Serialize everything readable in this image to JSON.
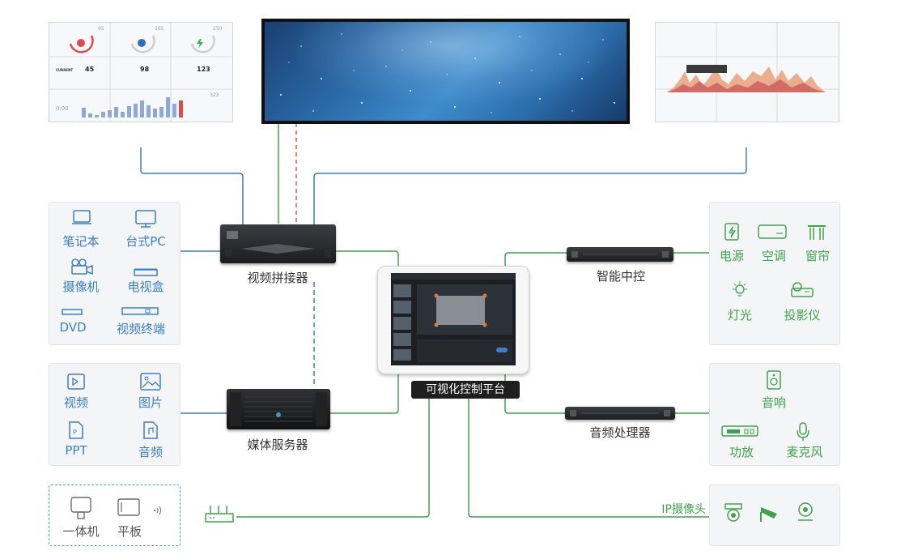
{
  "colors": {
    "blue": "#3b7fc6",
    "green": "#3fa34d",
    "red_dash": "#e05a4f",
    "panel_bg": "#f4f5f6",
    "dashed_border": "#4aa3d8"
  },
  "screens": {
    "left": {
      "values": [
        "95",
        "165",
        "250"
      ],
      "readouts": [
        "45",
        "98",
        "123"
      ],
      "current_label": "CURRENT",
      "left_value": "0.00",
      "right_value": "323"
    },
    "right": {}
  },
  "devices": {
    "splicer": "视频拼接器",
    "media_server": "媒体服务器",
    "platform": "可视化控制平台",
    "central_control": "智能中控",
    "audio_processor": "音频处理器",
    "ip_camera": "IP摄像头"
  },
  "sources": {
    "items": [
      {
        "label": "笔记本",
        "icon": "laptop-icon"
      },
      {
        "label": "台式PC",
        "icon": "monitor-icon"
      },
      {
        "label": "摄像机",
        "icon": "video-camera-icon"
      },
      {
        "label": "电视盒",
        "icon": "tv-box-icon"
      },
      {
        "label": "DVD",
        "icon": "dvd-icon"
      },
      {
        "label": "视频终端",
        "icon": "video-terminal-icon"
      }
    ]
  },
  "media": {
    "items": [
      {
        "label": "视频",
        "icon": "video-file-icon"
      },
      {
        "label": "图片",
        "icon": "image-file-icon"
      },
      {
        "label": "PPT",
        "icon": "ppt-file-icon"
      },
      {
        "label": "音频",
        "icon": "audio-file-icon"
      }
    ]
  },
  "terminals": {
    "items": [
      {
        "label": "一体机",
        "icon": "all-in-one-icon"
      },
      {
        "label": "平板",
        "icon": "tablet-icon"
      }
    ]
  },
  "controls": {
    "items": [
      {
        "label": "电源",
        "icon": "power-icon"
      },
      {
        "label": "空调",
        "icon": "air-conditioner-icon"
      },
      {
        "label": "窗帘",
        "icon": "curtain-icon"
      },
      {
        "label": "灯光",
        "icon": "light-icon"
      },
      {
        "label": "投影仪",
        "icon": "projector-icon"
      }
    ]
  },
  "audio": {
    "items": [
      {
        "label": "音响",
        "icon": "speaker-icon"
      },
      {
        "label": "功放",
        "icon": "amplifier-icon"
      },
      {
        "label": "麦克风",
        "icon": "microphone-icon"
      }
    ]
  }
}
